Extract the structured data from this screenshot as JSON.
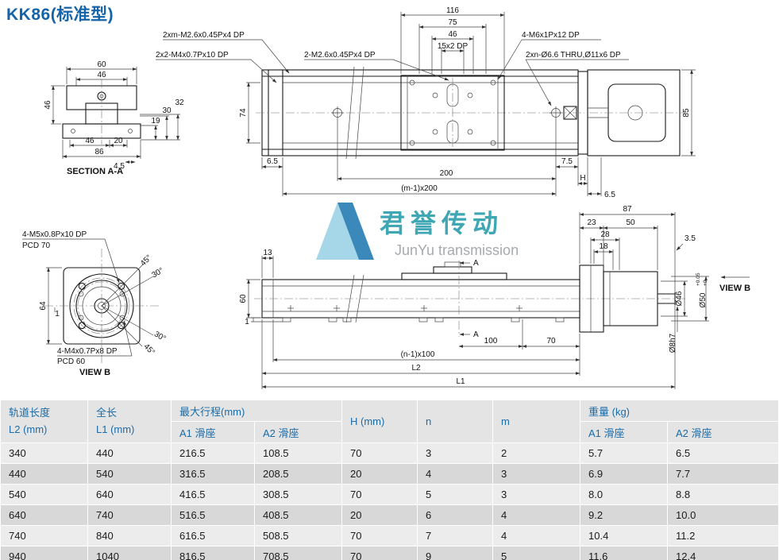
{
  "title": "KK86(标准型)",
  "watermark": {
    "cn": "君誉传动",
    "en": "JunYu transmission"
  },
  "section_aa": {
    "label": "SECTION A-A",
    "d60": "60",
    "d46_top": "46",
    "d46_left": "46",
    "d46_bottom": "46",
    "d20": "20",
    "d86": "86",
    "d4_5": "4.5",
    "d19": "19",
    "d30": "30",
    "d32": "32"
  },
  "top_view": {
    "callout_1": "2xm-M2.6x0.45Px4 DP",
    "callout_2": "2x2-M4x0.7Px10 DP",
    "callout_3": "2-M2.6x0.45Px4 DP",
    "callout_4": "4-M6x1Px12 DP",
    "callout_5": "2xn-Ø6.6 THRU,Ø11x6 DP",
    "d116": "116",
    "d75": "75",
    "d46": "46",
    "d15": "15x2 DP",
    "d74": "74",
    "d85": "85",
    "d6_5_left": "6.5",
    "d200": "200",
    "d7_5": "7.5",
    "dH": "H",
    "dm": "(m-1)x200",
    "d6_5_right": "6.5"
  },
  "view_b": {
    "label": "VIEW B",
    "callout_top": "4-M5x0.8Px10 DP",
    "pcd70": "PCD 70",
    "callout_bottom": "4-M4x0.7Px8 DP",
    "pcd60": "PCD 60",
    "d64": "64",
    "d1": "1",
    "angle_45_top": "45°",
    "angle_30_top": "30°",
    "angle_30_bottom": "30°",
    "angle_45_bottom": "45°"
  },
  "side_view": {
    "d13": "13",
    "d60": "60",
    "d1": "1",
    "section_a": "A",
    "d100": "100",
    "d70": "70",
    "dn": "(n-1)x100",
    "dL2": "L2",
    "dL1": "L1",
    "d87": "87",
    "d23": "23",
    "d50": "50",
    "d28": "28",
    "d18": "18",
    "d3_5": "3.5",
    "dia46": "Ø46",
    "dia50": "Ø50",
    "dia50_tol_upper": "+0.05",
    "dia50_tol_lower": "+0",
    "dia8": "Ø8h7",
    "view_b": "VIEW B"
  },
  "table": {
    "header": {
      "rail_length": "轨道长度",
      "rail_length_sub": "L2 (mm)",
      "total_length": "全长",
      "total_length_sub": "L1 (mm)",
      "max_stroke": "最大行程(mm)",
      "stroke_a1": "A1 滑座",
      "stroke_a2": "A2 滑座",
      "h": "H (mm)",
      "n": "n",
      "m": "m",
      "weight": "重量 (kg)",
      "weight_a1": "A1 滑座",
      "weight_a2": "A2 滑座"
    },
    "rows": [
      [
        "340",
        "440",
        "216.5",
        "108.5",
        "70",
        "3",
        "2",
        "5.7",
        "6.5"
      ],
      [
        "440",
        "540",
        "316.5",
        "208.5",
        "20",
        "4",
        "3",
        "6.9",
        "7.7"
      ],
      [
        "540",
        "640",
        "416.5",
        "308.5",
        "70",
        "5",
        "3",
        "8.0",
        "8.8"
      ],
      [
        "640",
        "740",
        "516.5",
        "408.5",
        "20",
        "6",
        "4",
        "9.2",
        "10.0"
      ],
      [
        "740",
        "840",
        "616.5",
        "508.5",
        "70",
        "7",
        "4",
        "10.4",
        "11.2"
      ],
      [
        "940",
        "1040",
        "816.5",
        "708.5",
        "70",
        "9",
        "5",
        "11.6",
        "12.4"
      ]
    ]
  }
}
